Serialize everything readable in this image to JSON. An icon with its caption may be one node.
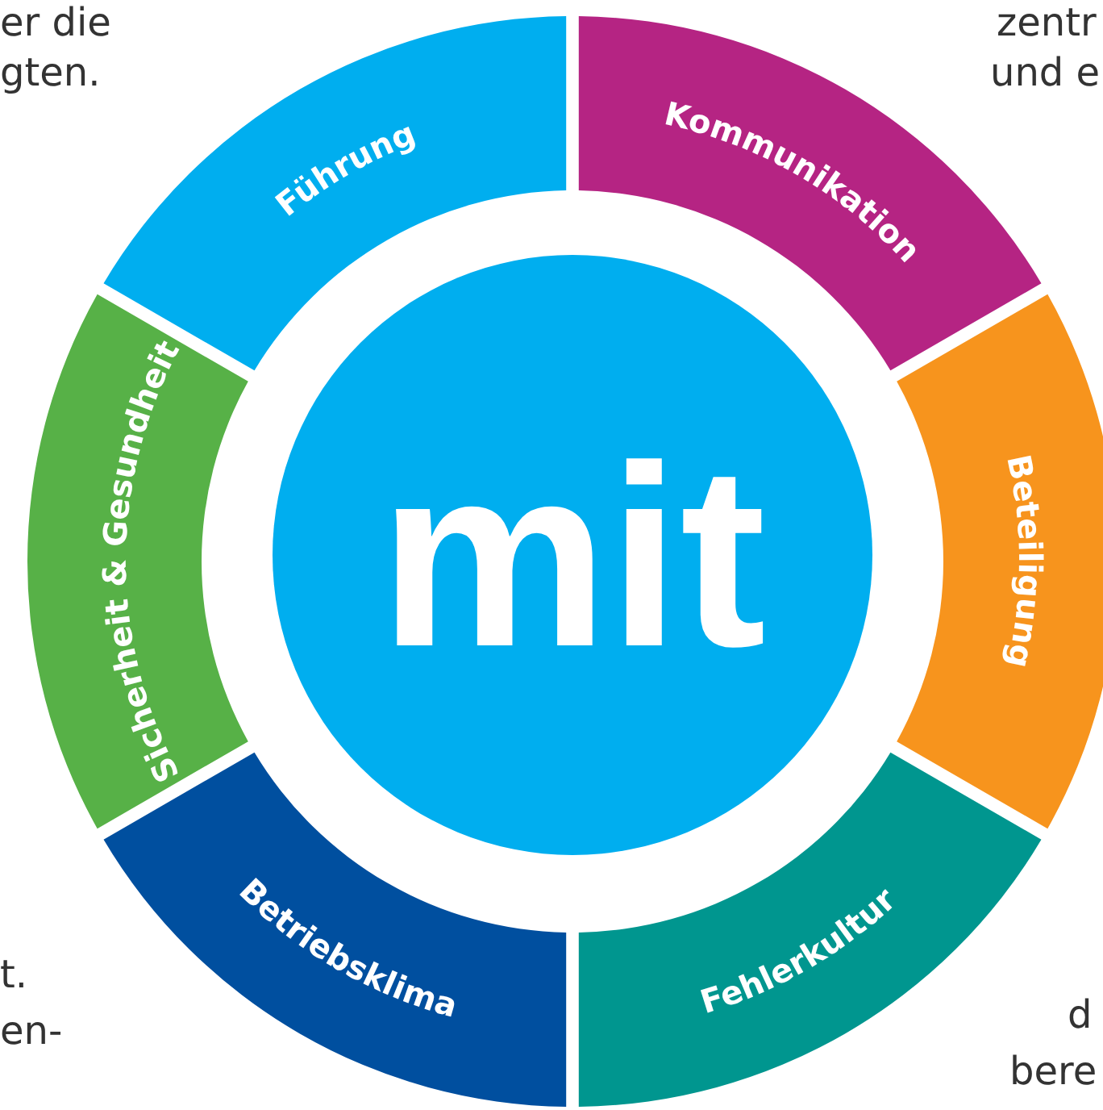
{
  "diagram": {
    "nodes": [
      {
        "text": [
          "mit"
        ]
      },
      {
        "text": [
          "Führung"
        ]
      },
      {
        "text": [
          "Kommunikation"
        ]
      },
      {
        "text": [
          "Beteiligung"
        ]
      },
      {
        "text": [
          "Fehlerkultur"
        ]
      },
      {
        "text": [
          "Betriebsklima"
        ]
      },
      {
        "text": [
          "Sicherheit & Gesundheit"
        ]
      }
    ],
    "labels": [
      "er die",
      "gten.",
      "zentr",
      "und e",
      "t.",
      "en-",
      "d",
      "bere"
    ]
  }
}
